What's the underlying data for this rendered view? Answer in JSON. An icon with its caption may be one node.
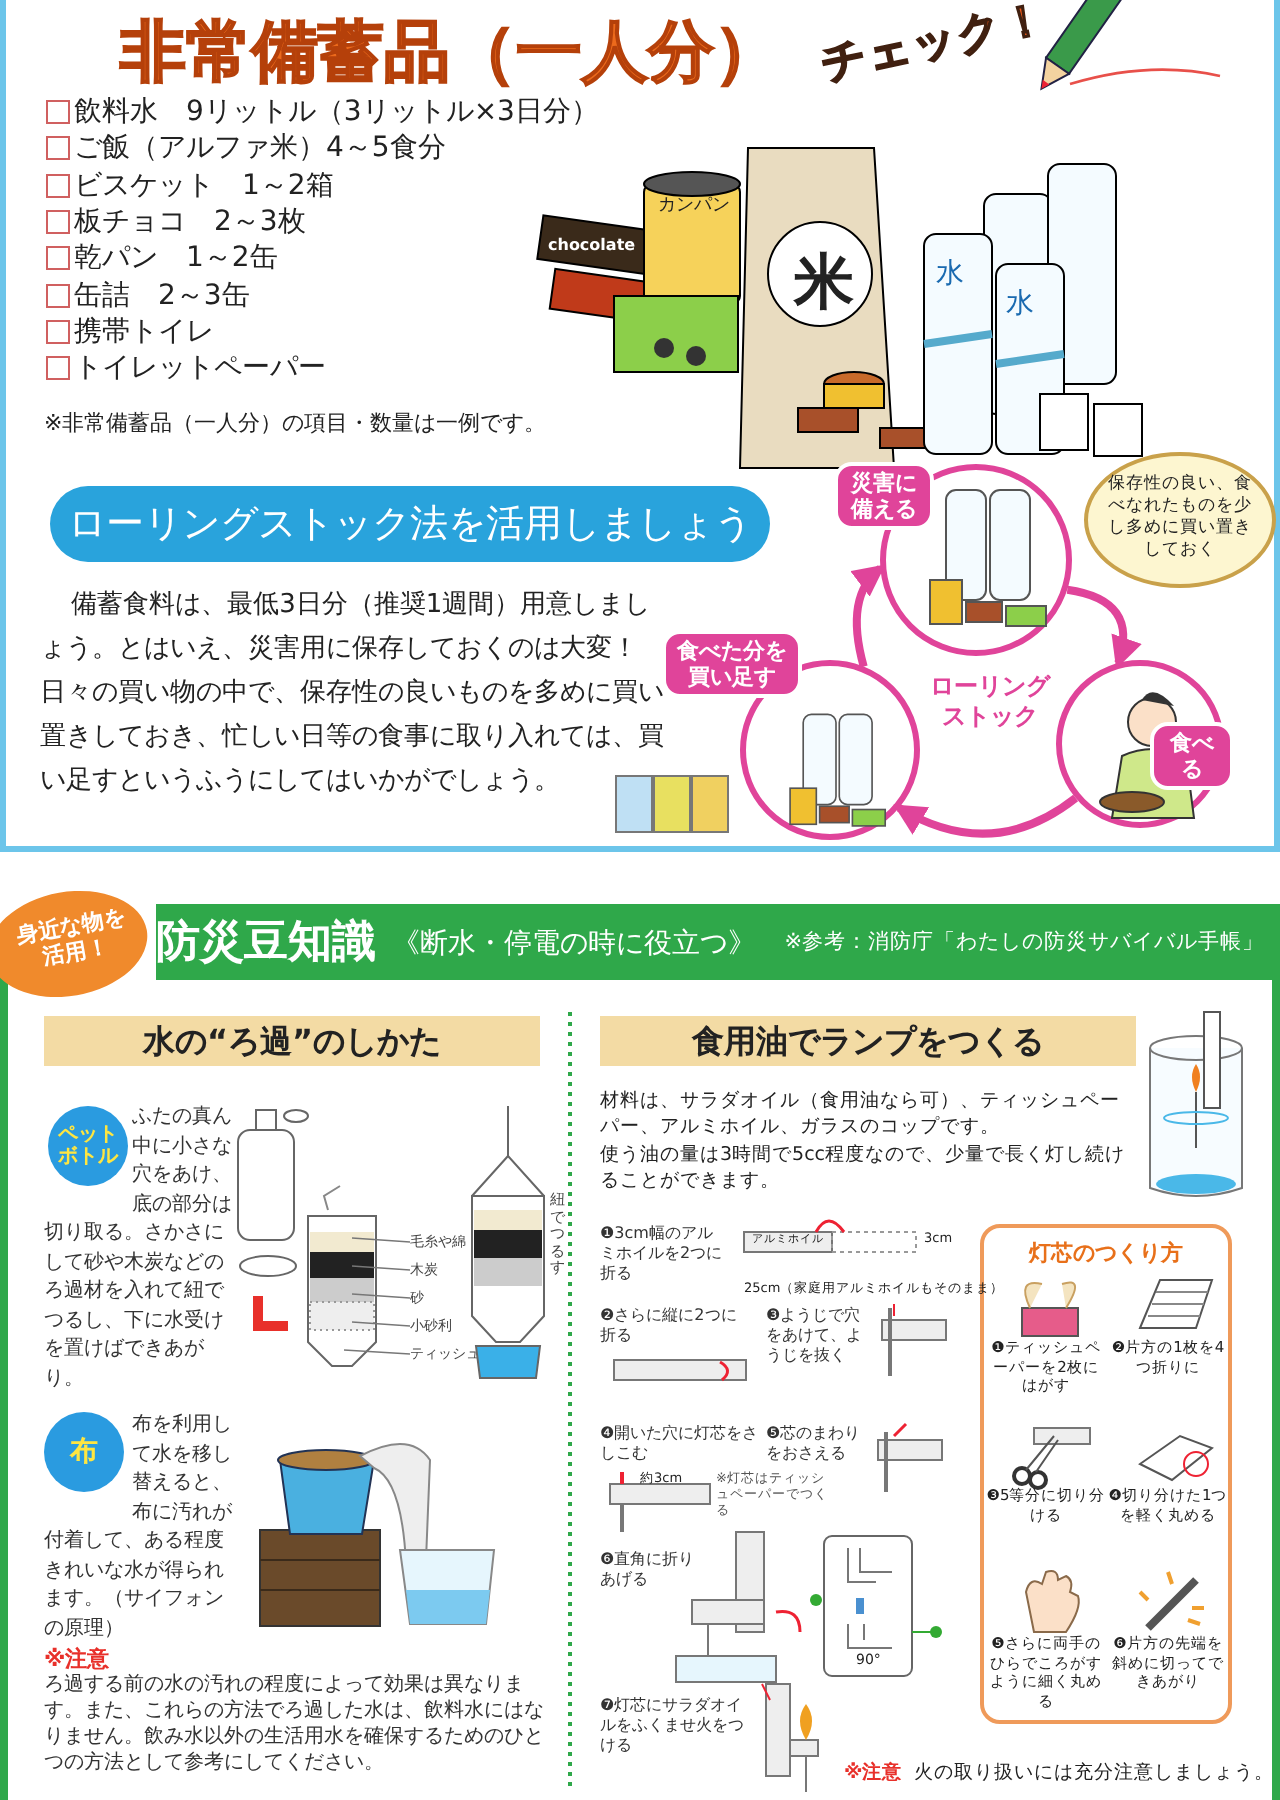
{
  "diagram": {
    "title": "非常備蓄品（一人分）",
    "nodes": [
      {
        "text": [
          "ローリングストック法を活用しましょう"
        ]
      },
      {
        "text": [
          "災害に備える"
        ]
      },
      {
        "text": [
          "保存性の良い、食べなれたものを少し多めに買い置きしておく"
        ]
      },
      {
        "text": [
          "食べた分を買い足す"
        ]
      },
      {
        "text": [
          "食べる"
        ]
      },
      {
        "text": [
          "身近な物を活用！"
        ]
      },
      {
        "text": [
          "防災豆知識",
          "《断水・停電の時に役立つ》",
          "※参考：消防庁「わたしの防災サバイバル手帳」"
        ]
      },
      {
        "text": [
          "水の“ろ過”のしかた"
        ]
      },
      {
        "text": [
          "ペットボトル"
        ]
      },
      {
        "text": [
          "毛糸や綿"
        ]
      },
      {
        "text": [
          "木炭"
        ]
      },
      {
        "text": [
          "砂"
        ]
      },
      {
        "text": [
          "小砂利"
        ]
      },
      {
        "text": [
          "ティッシュ"
        ]
      },
      {
        "text": [
          "布"
        ]
      },
      {
        "text": [
          "食用油でランプをつくる"
        ]
      },
      {
        "text": [
          "灯芯のつくり方",
          "❶ティッシュペーパーを2枚にはがす",
          "❷片方の1枚を4つ折りに",
          "❸5等分に切り分ける",
          "❹切り分けた1つを軽く丸める",
          "❺さらに両手のひらでころがすように細く丸める",
          "❻片方の先端を斜めに切ってできあがり"
        ]
      }
    ],
    "edges": [
      {
        "from": 1,
        "to": 4,
        "arrow": "to",
        "style": "thick",
        "color": "#e0449a"
      },
      {
        "from": 4,
        "to": 3,
        "arrow": "to",
        "style": "thick",
        "color": "#e0449a"
      },
      {
        "from": 3,
        "to": 1,
        "arrow": "to",
        "style": "thick",
        "color": "#e0449a"
      },
      {
        "from": 9,
        "to": null,
        "arrow": "none"
      },
      {
        "from": 10,
        "to": null,
        "arrow": "none"
      },
      {
        "from": 11,
        "to": null,
        "arrow": "none"
      },
      {
        "from": 12,
        "to": null,
        "arrow": "none"
      },
      {
        "from": 13,
        "to": null,
        "arrow": "none"
      }
    ],
    "labels": [
      "チェック！",
      "飲料水　9リットル（3リットル×3日分）",
      "ご飯（アルファ米）4～5食分",
      "ビスケット　1～2箱",
      "板チョコ　2～3枚",
      "乾パン　1～2缶",
      "缶詰　2～3缶",
      "携帯トイレ",
      "トイレットペーパー",
      "※非常備蓄品（一人分）の項目・数量は一例です。",
      "chocolate",
      "カンパン",
      "米",
      "水",
      "水",
      "備蓄食料は、最低3日分（推奨1週間）用意しましょう。とはいえ、災害用に保存しておくのは大変！日々の買い物の中で、保存性の良いものを多めに買い置きしておき、忙しい日等の食事に取り入れては、買い足すというふうにしてはいかがでしょう。",
      "ローリングストック",
      "ふたの真ん中に小さな穴をあけ、底の部分は切り取る。さかさにして砂や木炭などのろ過材を入れて紐でつるし、下に水受けを置けばできあがり。",
      "紐でつるす",
      "布を利用して水を移し替えると、布に汚れが付着して、ある程度きれいな水が得られます。（サイフォンの原理）",
      "※注意",
      "ろ過する前の水の汚れの程度によって効果は異なります。また、これらの方法でろ過した水は、飲料水にはなりません。飲み水以外の生活用水を確保するためのひとつの方法として参考にしてください。",
      "材料は、サラダオイル（食用油なら可）、ティッシュペーパー、アルミホイル、ガラスのコップです。",
      "使う油の量は3時間で5cc程度なので、少量で長く灯し続けることができます。",
      "❶3cm幅のアルミホイルを2つに折る",
      "アルミホイル",
      "3cm",
      "25cm（家庭用アルミホイルもそのまま）",
      "❷さらに縦に2つに折る",
      "❸ようじで穴をあけて、ようじを抜く",
      "❹開いた穴に灯芯をさしこむ",
      "約3cm",
      "※灯芯はティッシュペーパーでつくる",
      "❺芯のまわりをおさえる",
      "❻直角に折りあげる",
      "90°",
      "❼灯芯にサラダオイルをふくませ火をつける",
      "※注意",
      "火の取り扱いには充分注意しましょう。"
    ]
  }
}
